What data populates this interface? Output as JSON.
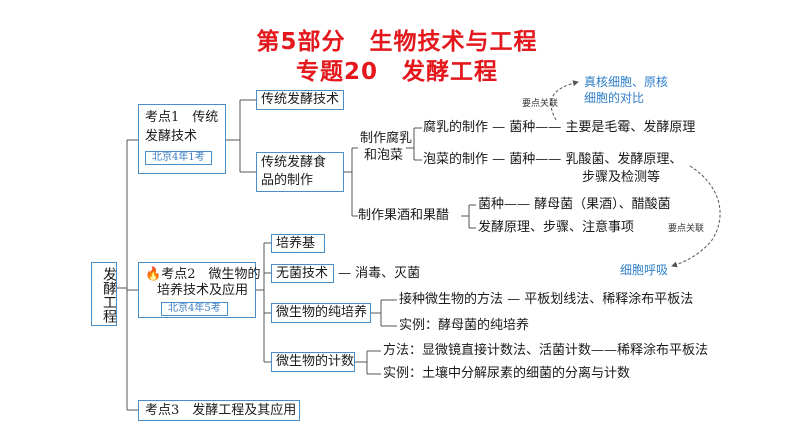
{
  "title": {
    "line1": "第5部分　生物技术与工程",
    "line2": "专题20　发酵工程"
  },
  "root": "发酵工程",
  "topic1": {
    "label_a": "考点1　传统",
    "label_b": "发酵技术",
    "tag": "北京4年1考",
    "branch_a": "传统发酵技术",
    "branch_b1": "传统发酵食",
    "branch_b2": "品的制作",
    "sub1_a": "制作腐乳",
    "sub1_b": "和泡菜",
    "furu": "腐乳的制作 — 菌种—— 主要是毛霉、发酵原理",
    "paocai_1": "泡菜的制作 — 菌种—— 乳酸菌、发酵原理、",
    "paocai_2": "步骤及检测等",
    "sub2": "制作果酒和果醋",
    "guojiu_1": "菌种—— 酵母菌（果酒）、醋酸菌",
    "guojiu_2": "发酵原理、步骤、注意事项"
  },
  "topic2": {
    "icon": "fire-icon",
    "label_a": "考点2　微生物的",
    "label_b": "培养技术及应用",
    "tag": "北京4年5考",
    "b1": "培养基",
    "b2": "无菌技术",
    "b2_text": "— 消毒、灭菌",
    "b3": "微生物的纯培养",
    "b3_1": "接种微生物的方法 — 平板划线法、稀释涂布平板法",
    "b3_2": "实例：酵母菌的纯培养",
    "b4": "微生物的计数",
    "b4_1": "方法：显微镜直接计数法、活菌计数——稀释涂布平板法",
    "b4_2": "实例：土壤中分解尿素的细菌的分离与计数"
  },
  "topic3": {
    "label": "考点3　发酵工程及其应用"
  },
  "annotations": {
    "key_link_1": "要点关联",
    "compare_1": "真核细胞、原核",
    "compare_2": "细胞的对比",
    "key_link_2": "要点关联",
    "respiration": "细胞呼吸"
  },
  "colors": {
    "title": "#e3171c",
    "box_border": "#4a8fc9",
    "annotation": "#2f7fc8",
    "line": "#555555"
  }
}
